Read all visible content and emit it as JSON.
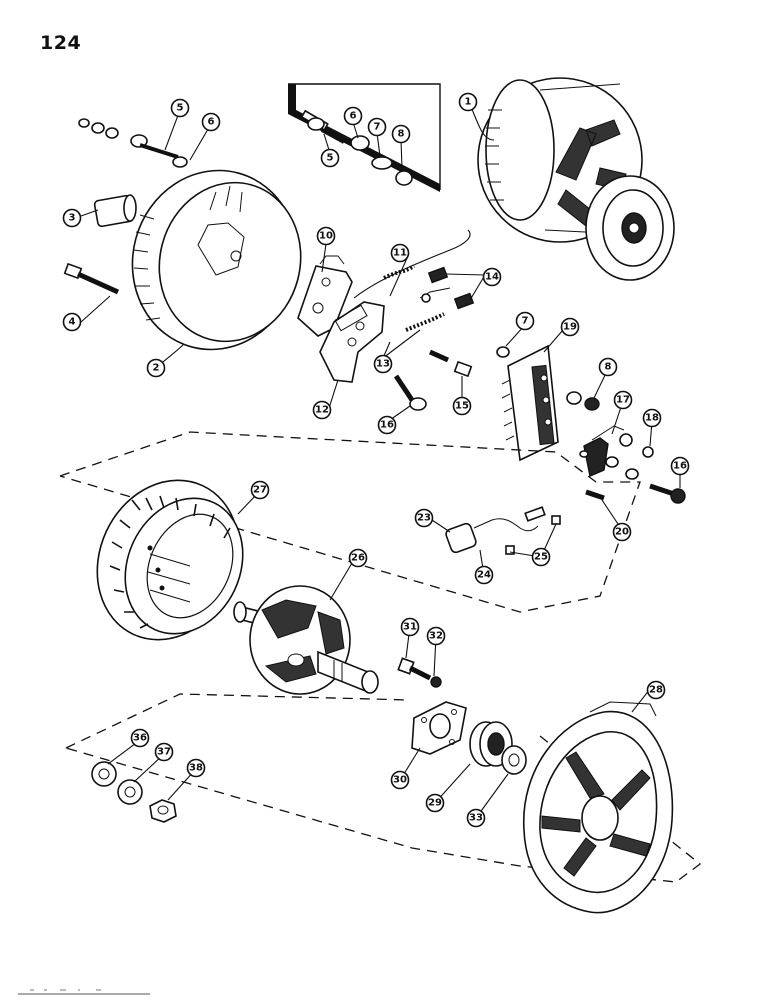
{
  "page_number": "124",
  "callouts": [
    {
      "label": "1"
    },
    {
      "label": "2"
    },
    {
      "label": "3"
    },
    {
      "label": "4"
    },
    {
      "label": "5"
    },
    {
      "label": "6"
    },
    {
      "label": "5"
    },
    {
      "label": "6"
    },
    {
      "label": "7"
    },
    {
      "label": "8"
    },
    {
      "label": "10"
    },
    {
      "label": "11"
    },
    {
      "label": "12"
    },
    {
      "label": "13"
    },
    {
      "label": "14"
    },
    {
      "label": "15"
    },
    {
      "label": "16"
    },
    {
      "label": "7"
    },
    {
      "label": "19"
    },
    {
      "label": "8"
    },
    {
      "label": "17"
    },
    {
      "label": "18"
    },
    {
      "label": "16"
    },
    {
      "label": "20"
    },
    {
      "label": "23"
    },
    {
      "label": "24"
    },
    {
      "label": "25"
    },
    {
      "label": "27"
    },
    {
      "label": "26"
    },
    {
      "label": "31"
    },
    {
      "label": "32"
    },
    {
      "label": "28"
    },
    {
      "label": "30"
    },
    {
      "label": "29"
    },
    {
      "label": "33"
    },
    {
      "label": "36"
    },
    {
      "label": "37"
    },
    {
      "label": "38"
    }
  ]
}
